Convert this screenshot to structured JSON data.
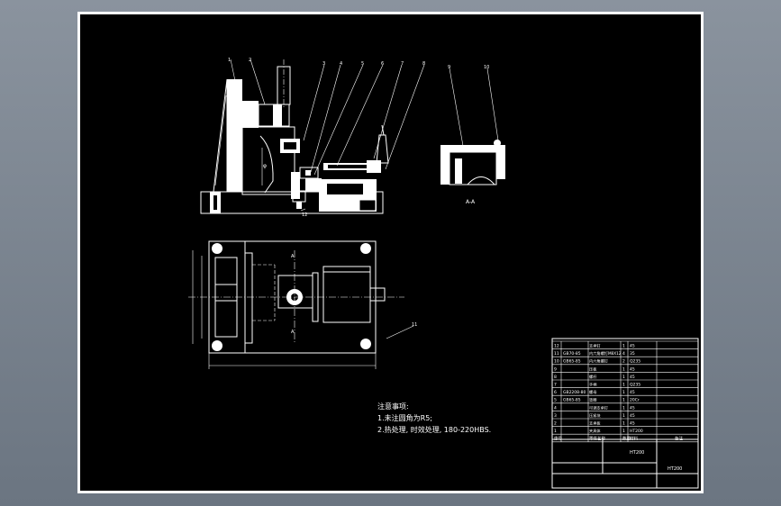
{
  "section_label": "A-A",
  "balloons": [
    "1",
    "2",
    "3",
    "4",
    "5",
    "6",
    "7",
    "8",
    "9",
    "10",
    "11",
    "12"
  ],
  "notes": {
    "title": "注意事项:",
    "line1": "1.未注圆角为R5;",
    "line2": "2.热处理, 时效处理, 180-220HBS."
  },
  "title_block": {
    "drawing_no": "HT200",
    "drawing_no_2": "HT200",
    "header_cols": [
      "序号",
      "零件名称",
      "数量",
      "材料",
      "备注"
    ],
    "parts": [
      {
        "no": "12",
        "code": "",
        "name": "支承钉",
        "qty": "1",
        "mat": "45"
      },
      {
        "no": "11",
        "code": "GB70-85",
        "name": "内六角螺钉M8X12",
        "qty": "4",
        "mat": "35"
      },
      {
        "no": "10",
        "code": "GB65-85",
        "name": "内六角螺钉",
        "qty": "2",
        "mat": "Q235"
      },
      {
        "no": "9",
        "code": "",
        "name": "压板",
        "qty": "1",
        "mat": "45"
      },
      {
        "no": "8",
        "code": "",
        "name": "螺杆",
        "qty": "1",
        "mat": "45"
      },
      {
        "no": "7",
        "code": "",
        "name": "手柄",
        "qty": "1",
        "mat": "Q235"
      },
      {
        "no": "6",
        "code": "GB2208-80",
        "name": "螺母",
        "qty": "1",
        "mat": "45"
      },
      {
        "no": "5",
        "code": "GB65-85",
        "name": "垫圈",
        "qty": "1",
        "mat": "20Cr"
      },
      {
        "no": "4",
        "code": "",
        "name": "可调支承钉",
        "qty": "1",
        "mat": "45"
      },
      {
        "no": "3",
        "code": "",
        "name": "压紧块",
        "qty": "1",
        "mat": "45"
      },
      {
        "no": "2",
        "code": "",
        "name": "支承板",
        "qty": "1",
        "mat": "45"
      },
      {
        "no": "1",
        "code": "",
        "name": "夹具体",
        "qty": "1",
        "mat": "HT200"
      }
    ]
  }
}
